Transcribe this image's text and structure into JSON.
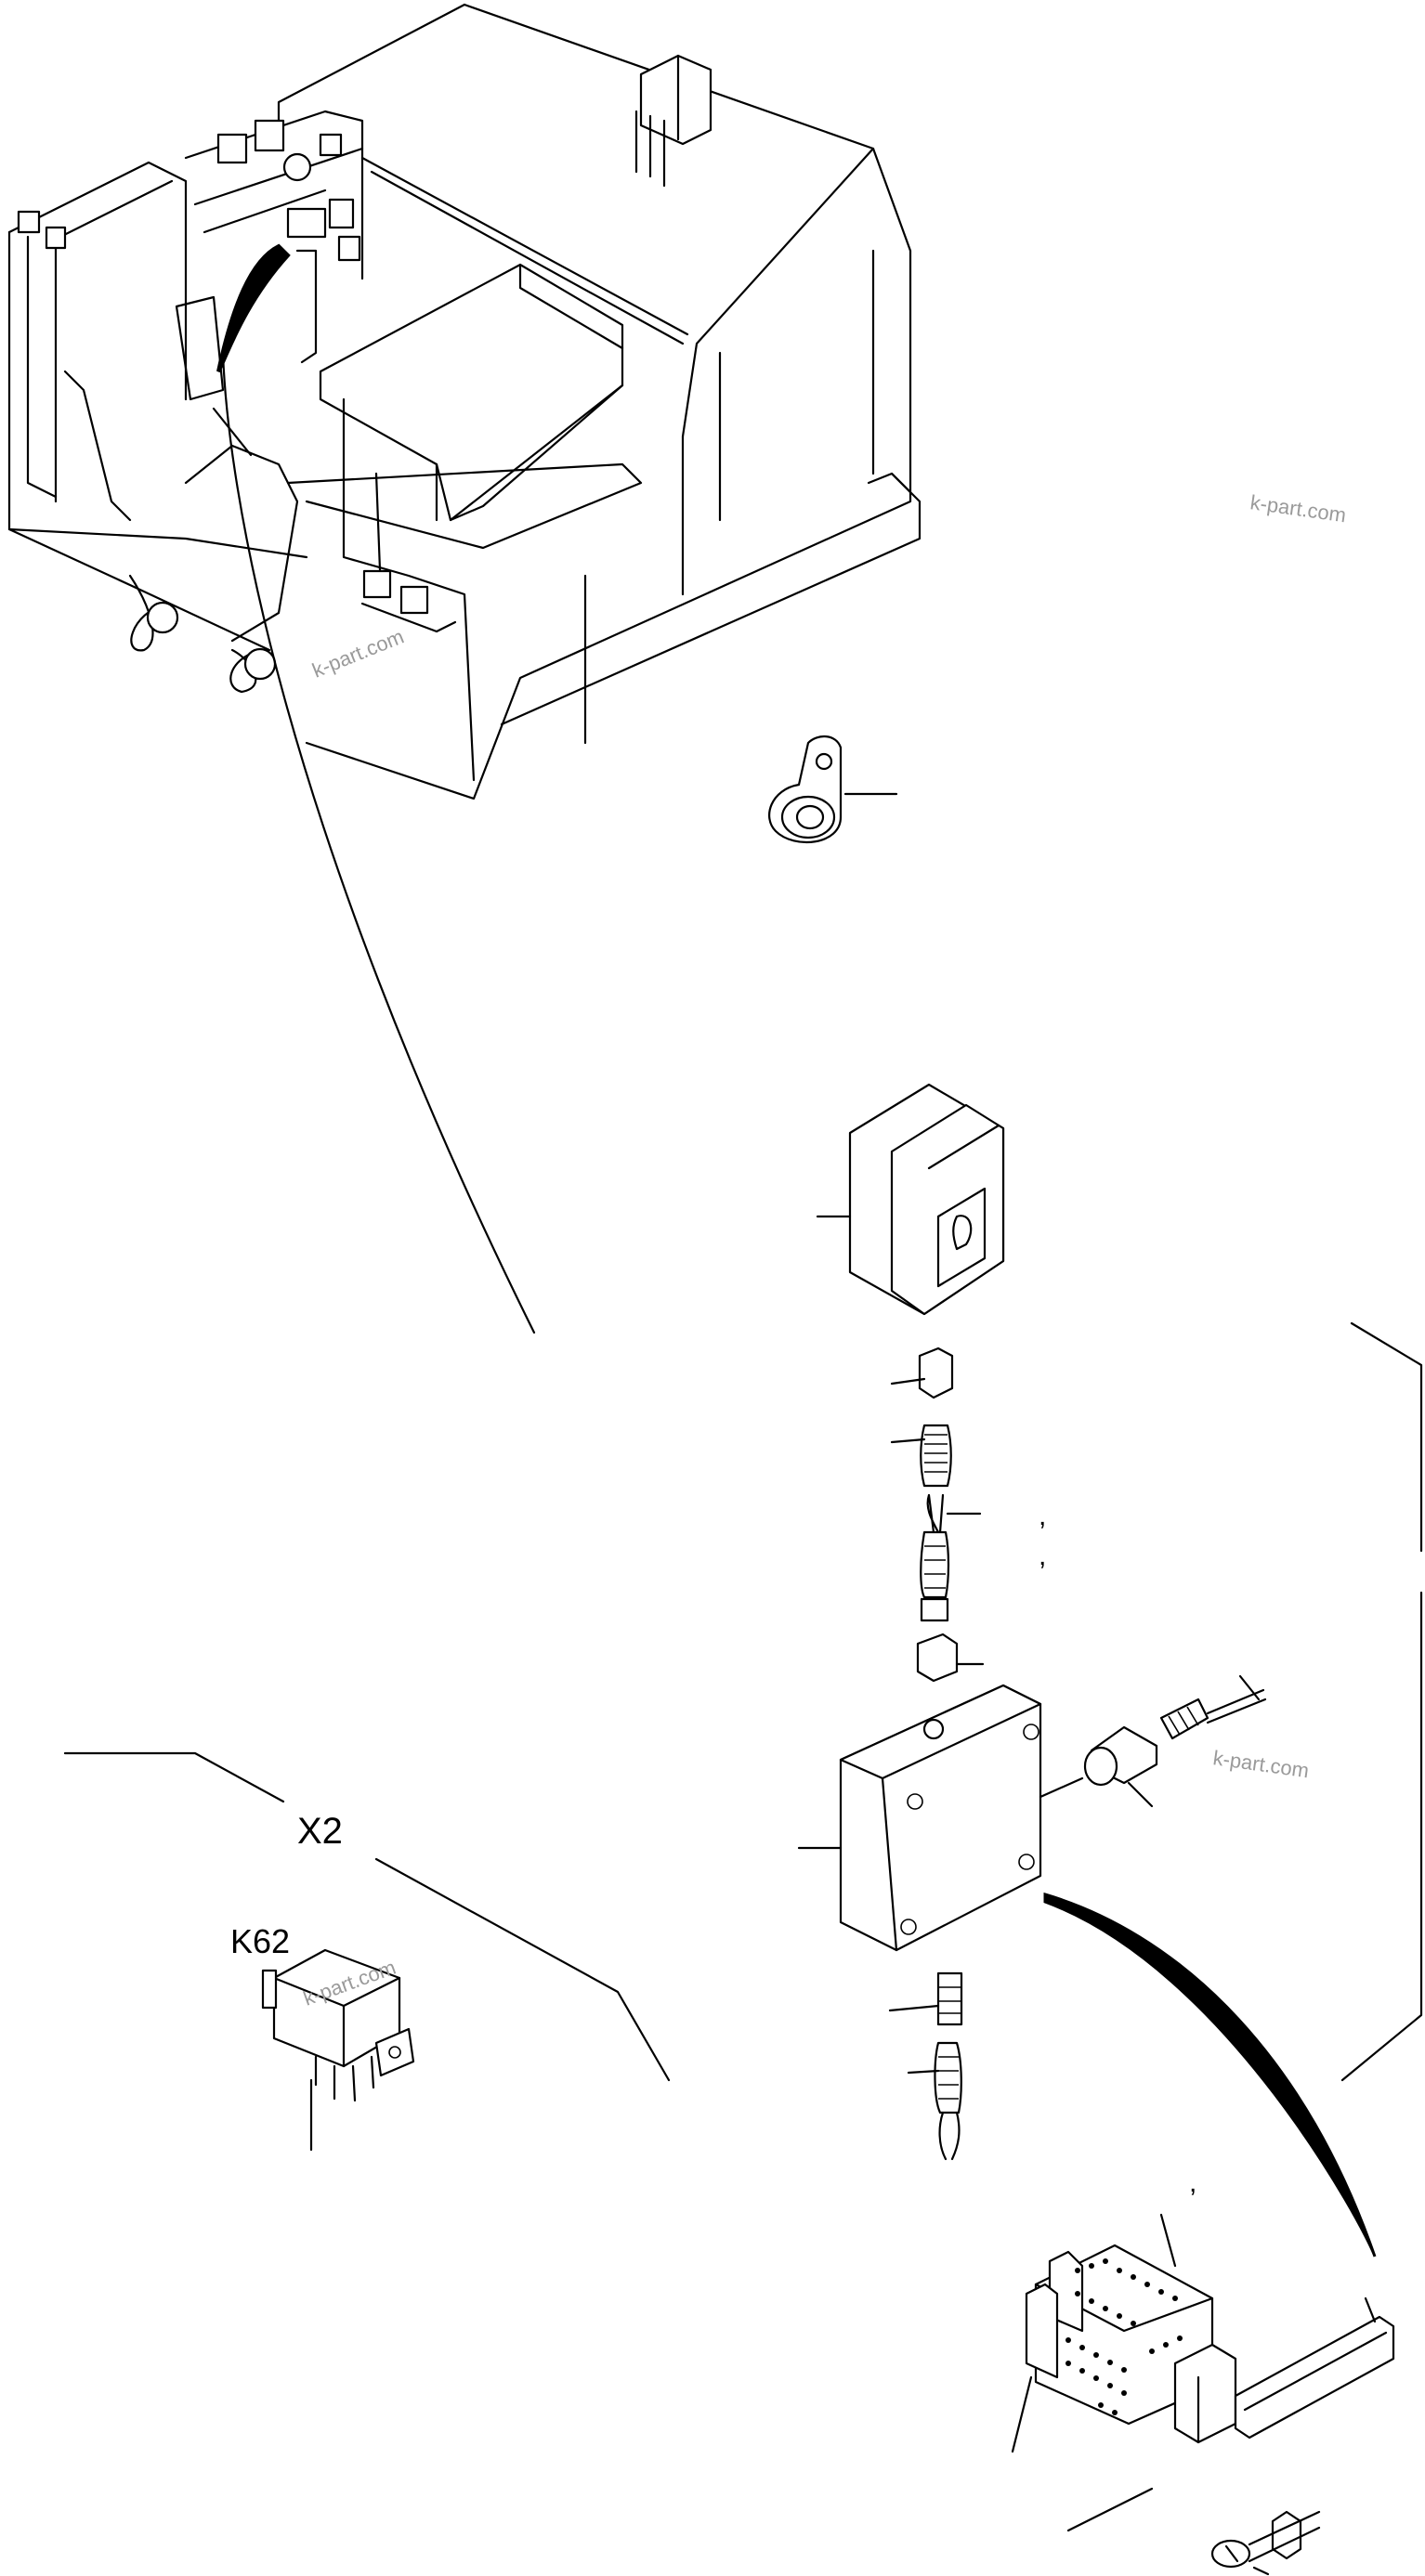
{
  "diagram": {
    "labels": {
      "x2": "X2",
      "k62": "K62",
      "comma_1": ",",
      "comma_2": ",",
      "comma_3": ","
    },
    "watermarks": [
      "k-part.com",
      "k-part.com",
      "k-part.com",
      "k-part.com"
    ]
  }
}
